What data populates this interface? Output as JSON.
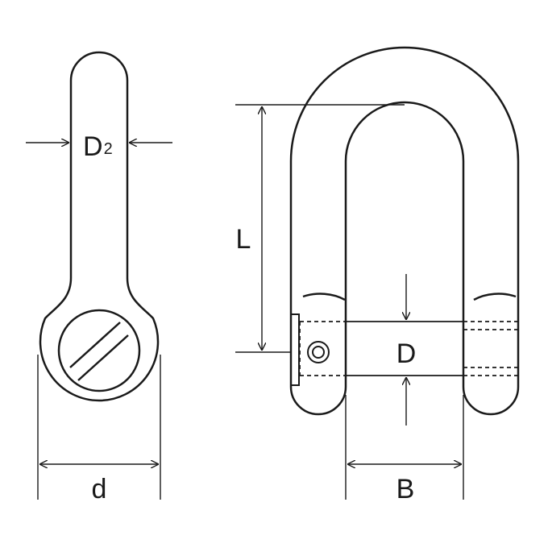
{
  "labels": {
    "pin_diameter_main": "D",
    "pin_diameter_sub": "2",
    "eye_width": "d",
    "inner_length": "L",
    "body_diameter": "D",
    "inner_width": "B"
  },
  "colors": {
    "stroke": "#1a1a1a",
    "background": "#ffffff"
  }
}
